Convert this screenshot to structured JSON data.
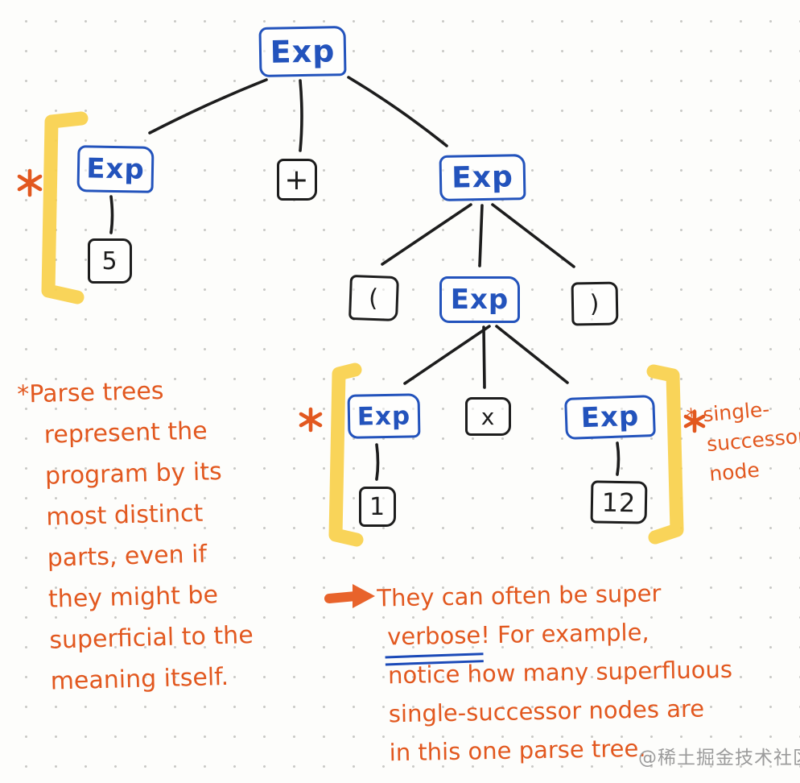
{
  "colors": {
    "blue_ink": "#2353bc",
    "black_ink": "#1d1d1d",
    "orange_ink": "#e2581f",
    "highlighter_yellow": "#f8d04b",
    "underline_blue": "#1b4ab8",
    "watermark_gray": "#9b9b9b",
    "background": "#fdfdfb"
  },
  "tree": {
    "root": {
      "label": "Exp"
    },
    "left_exp": {
      "label": "Exp"
    },
    "plus": {
      "label": "+"
    },
    "five": {
      "label": "5"
    },
    "right_exp": {
      "label": "Exp"
    },
    "open_paren": {
      "label": "("
    },
    "mid_exp": {
      "label": "Exp"
    },
    "close_paren": {
      "label": ")"
    },
    "bottom_left_exp": {
      "label": "Exp"
    },
    "x_term": {
      "label": "x"
    },
    "bottom_right_exp": {
      "label": "Exp"
    },
    "one": {
      "label": "1"
    },
    "twelve": {
      "label": "12"
    }
  },
  "notes": {
    "left": {
      "lines": [
        "*Parse trees",
        "represent the",
        "program by its",
        "most distinct",
        "parts, even if",
        "they might be",
        "superficial to the",
        "meaning itself."
      ]
    },
    "right": {
      "line1": "They can often be super",
      "verbose_word": "verbose",
      "after_verbose": "! For example,",
      "line3": "notice how many superfluous",
      "line4": "single-successor nodes are",
      "line5": "in this one parse tree."
    },
    "side": {
      "lines": [
        "* single-",
        "successor",
        "node"
      ]
    }
  },
  "watermark": "@稀土掘金技术社区"
}
